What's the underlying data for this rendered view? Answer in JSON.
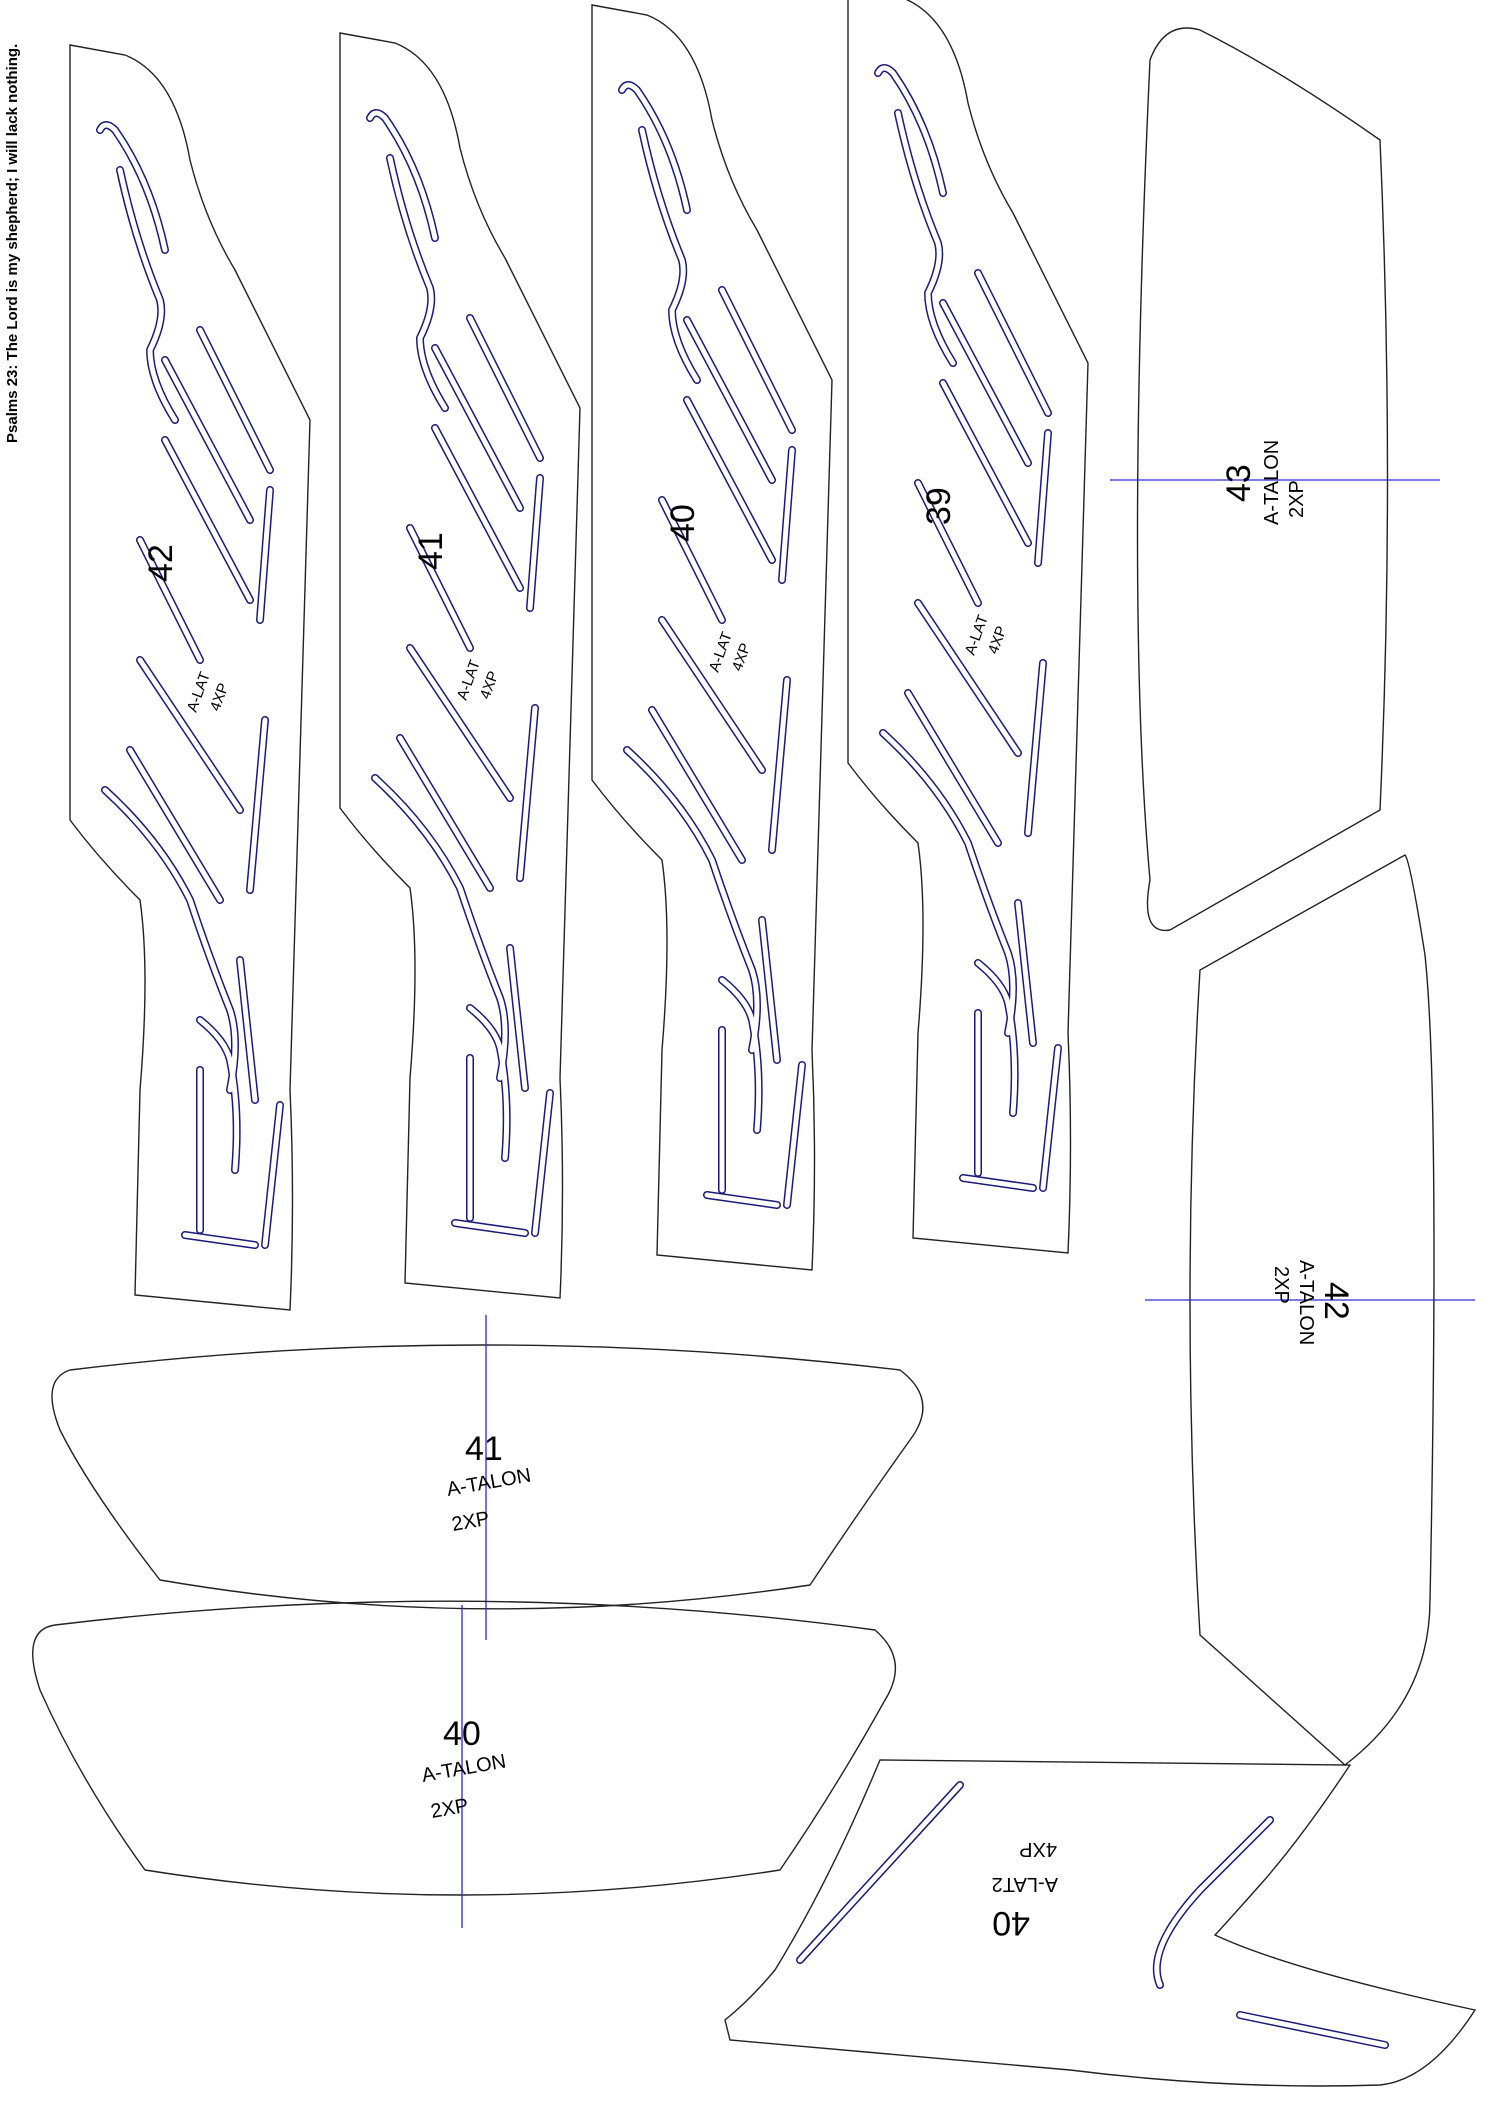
{
  "verse": "Psalms 23: The Lord is my shepherd; I will lack nothing.",
  "colors": {
    "outline": "#222222",
    "slot": "#1a1a7a",
    "axis": "#2a2ad0"
  },
  "lateral_pieces": [
    {
      "size": "42",
      "name": "A-LAT",
      "qty": "4XP"
    },
    {
      "size": "41",
      "name": "A-LAT",
      "qty": "4XP"
    },
    {
      "size": "40",
      "name": "A-LAT",
      "qty": "4XP"
    },
    {
      "size": "39",
      "name": "A-LAT",
      "qty": "4XP"
    }
  ],
  "talon_pieces": [
    {
      "size": "43",
      "name": "A-TALON",
      "qty": "2XP"
    },
    {
      "size": "42",
      "name": "A-TALON",
      "qty": "2XP"
    },
    {
      "size": "41",
      "name": "A-TALON",
      "qty": "2XP"
    },
    {
      "size": "40",
      "name": "A-TALON",
      "qty": "2XP"
    }
  ],
  "lat2_piece": {
    "size": "40",
    "name": "A-LAT2",
    "qty": "4XP"
  }
}
